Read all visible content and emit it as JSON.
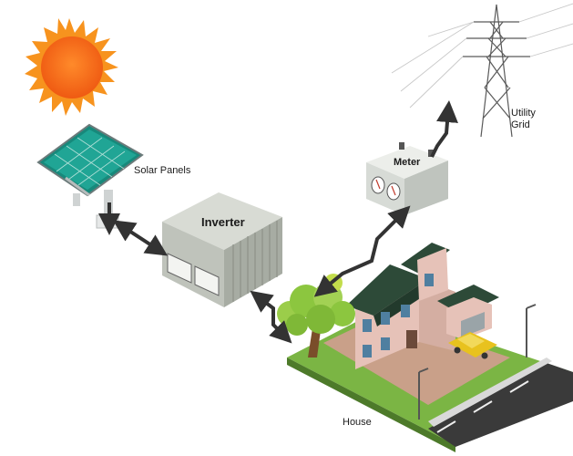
{
  "labels": {
    "solar_panels": "Solar Panels",
    "inverter": "Inverter",
    "meter": "Meter",
    "utility_grid_line1": "Utility",
    "utility_grid_line2": "Grid",
    "house": "House"
  },
  "colors": {
    "sun": "#f26a1b",
    "sun_rays": "#f7931e",
    "panel": "#1a9e8f",
    "inverter_body": "#c9cdc6",
    "meter_body": "#dfe3df",
    "house_wall": "#e8c8c0",
    "house_roof": "#2e4a3a",
    "grass": "#6fae3a",
    "tree": "#8cc63f",
    "car": "#e8c21e",
    "arrow": "#333333",
    "road": "#3a3a3a"
  },
  "icons": [
    "sun-icon",
    "solar-panel-icon",
    "inverter-icon",
    "meter-icon",
    "utility-tower-icon",
    "house-icon",
    "tree-icon",
    "car-icon"
  ]
}
